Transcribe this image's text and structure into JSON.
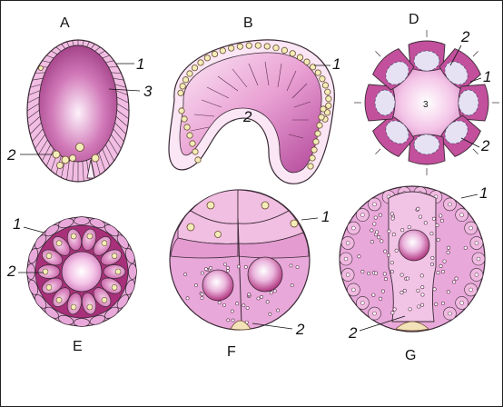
{
  "panels": [
    {
      "id": "A",
      "letter": "A",
      "labels": [
        "1",
        "3",
        "2"
      ]
    },
    {
      "id": "B",
      "letter": "B",
      "labels": [
        "1",
        "2"
      ]
    },
    {
      "id": "D",
      "letter": "D",
      "labels": [
        "2",
        "1",
        "3",
        "2"
      ]
    },
    {
      "id": "E",
      "letter": "E",
      "labels": [
        "1",
        "2"
      ]
    },
    {
      "id": "F",
      "letter": "F",
      "labels": [
        "1",
        "2"
      ]
    },
    {
      "id": "G",
      "letter": "G",
      "labels": [
        "1",
        "2"
      ]
    }
  ],
  "colors": {
    "cell_fill": "#e9a8da",
    "cell_dark": "#b0357f",
    "cell_mid": "#d674b7",
    "center_light": "#fbeef8",
    "nucleus": "#f3edb8",
    "outline": "#3a2a35",
    "base_cream": "#f4e2b8"
  }
}
